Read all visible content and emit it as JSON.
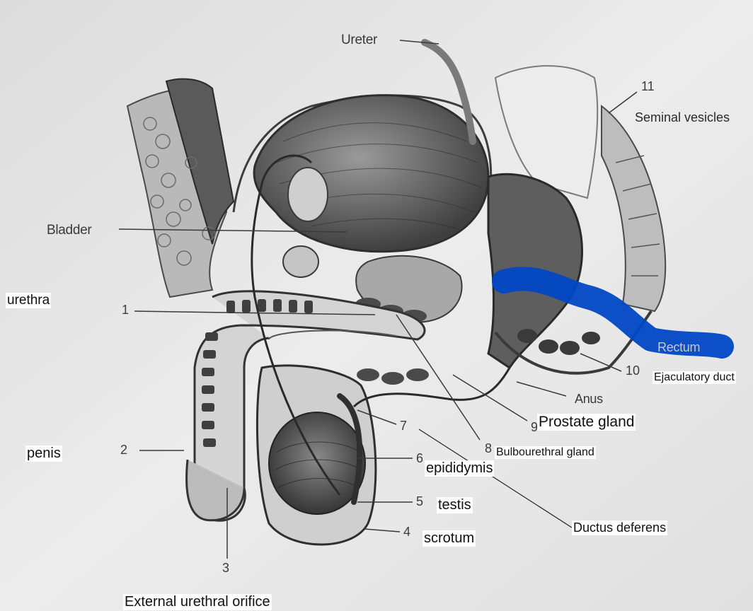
{
  "printed_labels": {
    "ureter": "Ureter",
    "bladder": "Bladder",
    "rectum": "Rectum",
    "anus": "Anus"
  },
  "numbers": [
    "1",
    "2",
    "3",
    "4",
    "5",
    "6",
    "7",
    "8",
    "9",
    "10",
    "11"
  ],
  "annotations": {
    "seminal_vesicles": "Seminal vesicles",
    "urethra": "urethra",
    "ejaculatory_duct": "Ejaculatory duct",
    "prostate_gland": "Prostate gland",
    "bulbourethral_gland": "Bulbourethral gland",
    "penis": "penis",
    "epididymis": "epididymis",
    "testis": "testis",
    "scrotum": "scrotum",
    "ductus_deferens": "Ductus deferens",
    "external_urethral_orifice": "External urethral orifice"
  },
  "colors": {
    "highlight": "#0047c4",
    "label_bg": "#ffffff",
    "paper": "#e4e4e4"
  }
}
